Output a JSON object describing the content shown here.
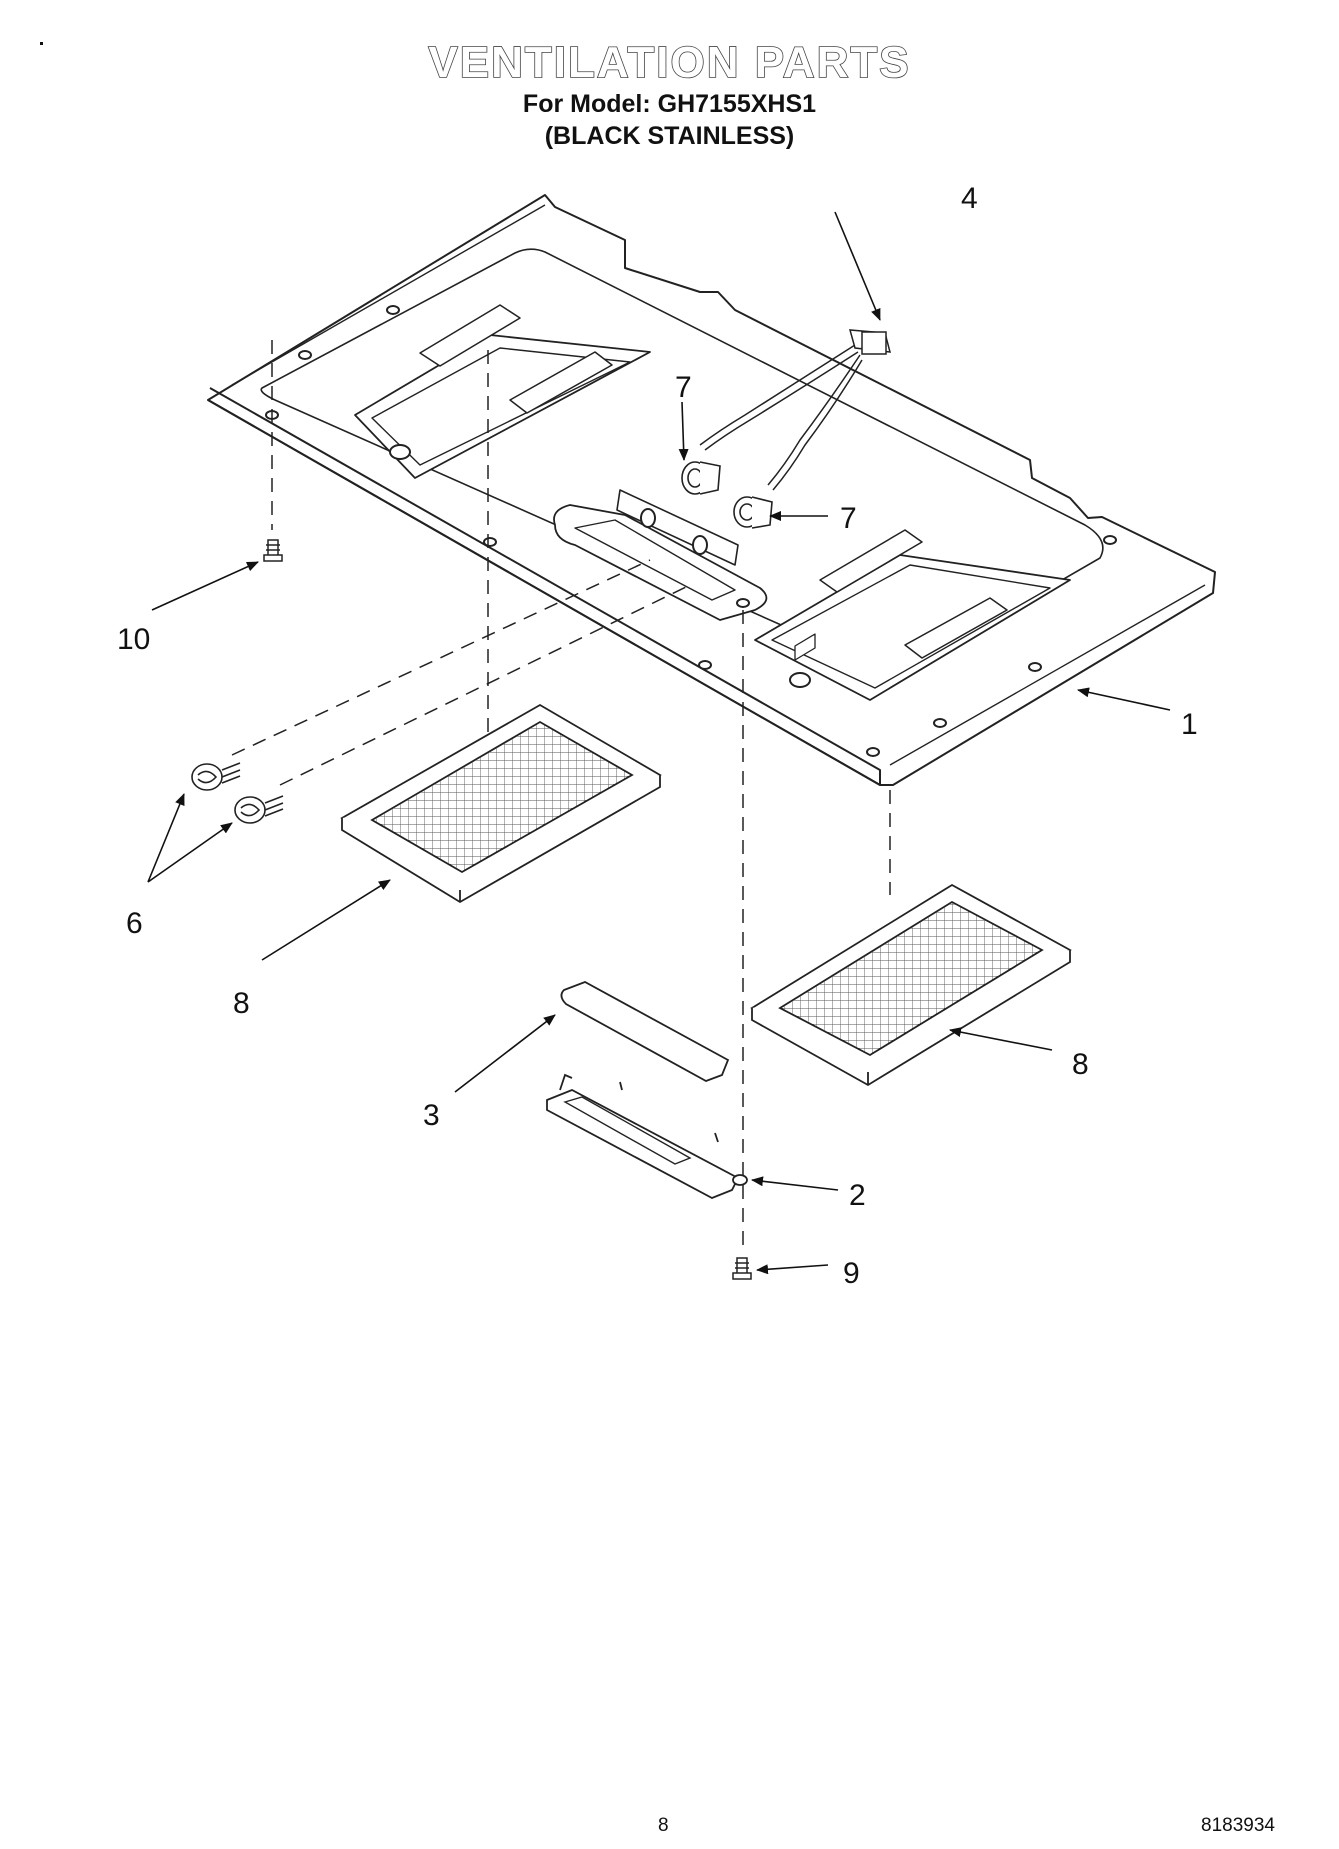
{
  "header": {
    "title": "VENTILATION PARTS",
    "model_line": "For Model: GH7155XHS1",
    "variant_line": "(BLACK STAINLESS)"
  },
  "callouts": [
    "1",
    "2",
    "3",
    "4",
    "6",
    "7",
    "7",
    "8",
    "8",
    "9",
    "10"
  ],
  "footer": {
    "page_number": "8",
    "document_number": "8183934"
  }
}
